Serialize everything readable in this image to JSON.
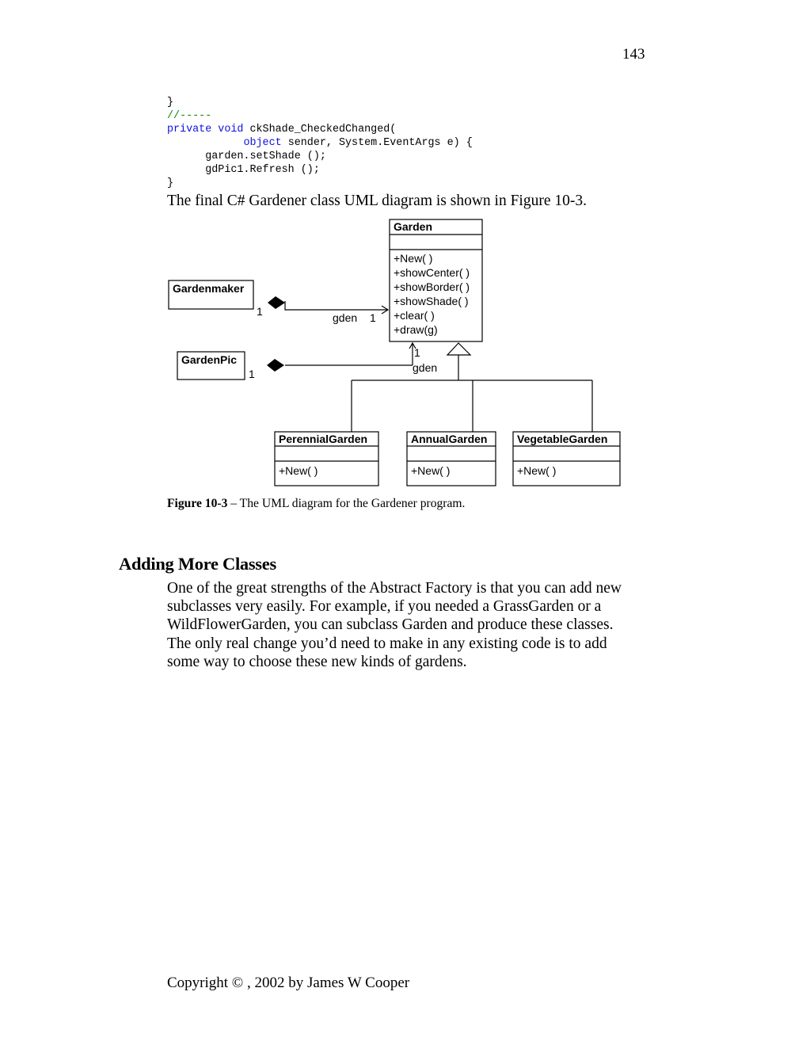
{
  "page_number": "143",
  "code_lines": [
    {
      "indent": "",
      "parts": [
        {
          "t": "}",
          "c": ""
        }
      ]
    },
    {
      "indent": "",
      "parts": [
        {
          "t": "//-----",
          "c": "cm"
        }
      ]
    },
    {
      "indent": "",
      "parts": [
        {
          "t": "private",
          "c": "kw"
        },
        {
          "t": " ",
          "c": ""
        },
        {
          "t": "void",
          "c": "kw"
        },
        {
          "t": " ckShade_CheckedChanged(",
          "c": ""
        }
      ]
    },
    {
      "indent": "            ",
      "parts": [
        {
          "t": "object",
          "c": "kw"
        },
        {
          "t": " sender, System.EventArgs e) {",
          "c": ""
        }
      ]
    },
    {
      "indent": "      ",
      "parts": [
        {
          "t": "garden.setShade ();",
          "c": ""
        }
      ]
    },
    {
      "indent": "      ",
      "parts": [
        {
          "t": "gdPic1.Refresh ();",
          "c": ""
        }
      ]
    },
    {
      "indent": "",
      "parts": [
        {
          "t": "}",
          "c": ""
        }
      ]
    }
  ],
  "intro_text": "The final C# Gardener class UML diagram is shown in Figure 10-3.",
  "uml": {
    "garden": {
      "name": "Garden",
      "methods": [
        "+New( )",
        "+showCenter( )",
        "+showBorder( )",
        "+showShade( )",
        "+clear( )",
        "+draw(g)"
      ]
    },
    "gardenmaker": {
      "name": "Gardenmaker"
    },
    "gardenpic": {
      "name": "GardenPic"
    },
    "perennial": {
      "name": "PerennialGarden",
      "methods": [
        "+New( )"
      ]
    },
    "annual": {
      "name": "AnnualGarden",
      "methods": [
        "+New( )"
      ]
    },
    "vegetable": {
      "name": "VegetableGarden",
      "methods": [
        "+New( )"
      ]
    },
    "labels": {
      "gardenmaker_mult": "1",
      "gardenmaker_role": "gden",
      "garden_mult_a": "1",
      "gardenpic_mult": "1",
      "garden_mult_b": "1",
      "gardenpic_role": "gden"
    }
  },
  "caption": {
    "label": "Figure 10-3",
    "text": " – The UML diagram for the Gardener program."
  },
  "heading": "Adding More Classes",
  "paragraph_lines": [
    "One of the great strengths of the Abstract Factory is that you can add new",
    "subclasses very easily. For example, if you needed a GrassGarden or a",
    "WildFlowerGarden, you can subclass Garden and produce these classes.",
    "The only real change you’d need to make in any existing code is to add",
    "some way to choose these new kinds of gardens."
  ],
  "footer": "Copyright © , 2002 by James W Cooper"
}
